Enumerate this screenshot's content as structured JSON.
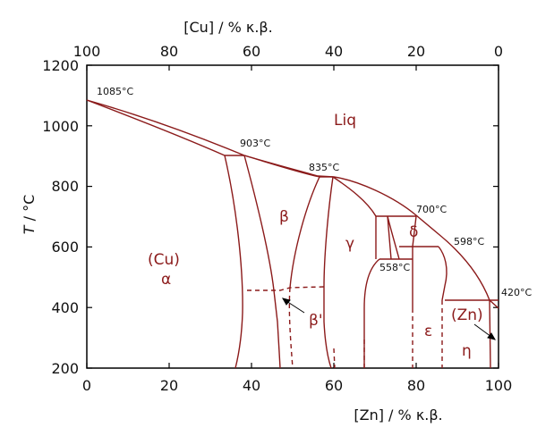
{
  "axes": {
    "top_label": "[Cu] / % κ.β.",
    "bottom_label": "[Zn] / % κ.β.",
    "y_label_symbol": "T",
    "y_label_unit": " / °C",
    "x_ticks": [
      "0",
      "20",
      "40",
      "60",
      "80",
      "100"
    ],
    "top_ticks": [
      "100",
      "80",
      "60",
      "40",
      "20",
      "0"
    ],
    "y_ticks": [
      "200",
      "400",
      "600",
      "800",
      "1000",
      "1200"
    ]
  },
  "points": {
    "p1085": "1085°C",
    "p903": "903°C",
    "p835": "835°C",
    "p700": "700°C",
    "p598": "598°C",
    "p558": "558°C",
    "p420": "420°C"
  },
  "phases": {
    "liq": "Liq",
    "cu": "(Cu)",
    "alpha": "α",
    "beta": "β",
    "beta_prime": "β'",
    "gamma": "γ",
    "delta": "δ",
    "epsilon": "ε",
    "zn": "(Zn)",
    "eta": "η"
  },
  "chart_data": {
    "type": "phase-diagram",
    "x_range": [
      0,
      100
    ],
    "top_x_range": [
      100,
      0
    ],
    "y_range": [
      200,
      1200
    ],
    "special_points": [
      {
        "label": "1085°C",
        "wt_zn": 0,
        "T": 1085
      },
      {
        "label": "903°C",
        "wt_zn": 38,
        "T": 903
      },
      {
        "label": "835°C",
        "wt_zn": 60,
        "T": 835
      },
      {
        "label": "700°C",
        "wt_zn": 80,
        "T": 700
      },
      {
        "label": "598°C",
        "wt_zn": 87,
        "T": 598
      },
      {
        "label": "558°C",
        "wt_zn": 76,
        "T": 558
      },
      {
        "label": "420°C",
        "wt_zn": 99,
        "T": 420
      }
    ]
  }
}
